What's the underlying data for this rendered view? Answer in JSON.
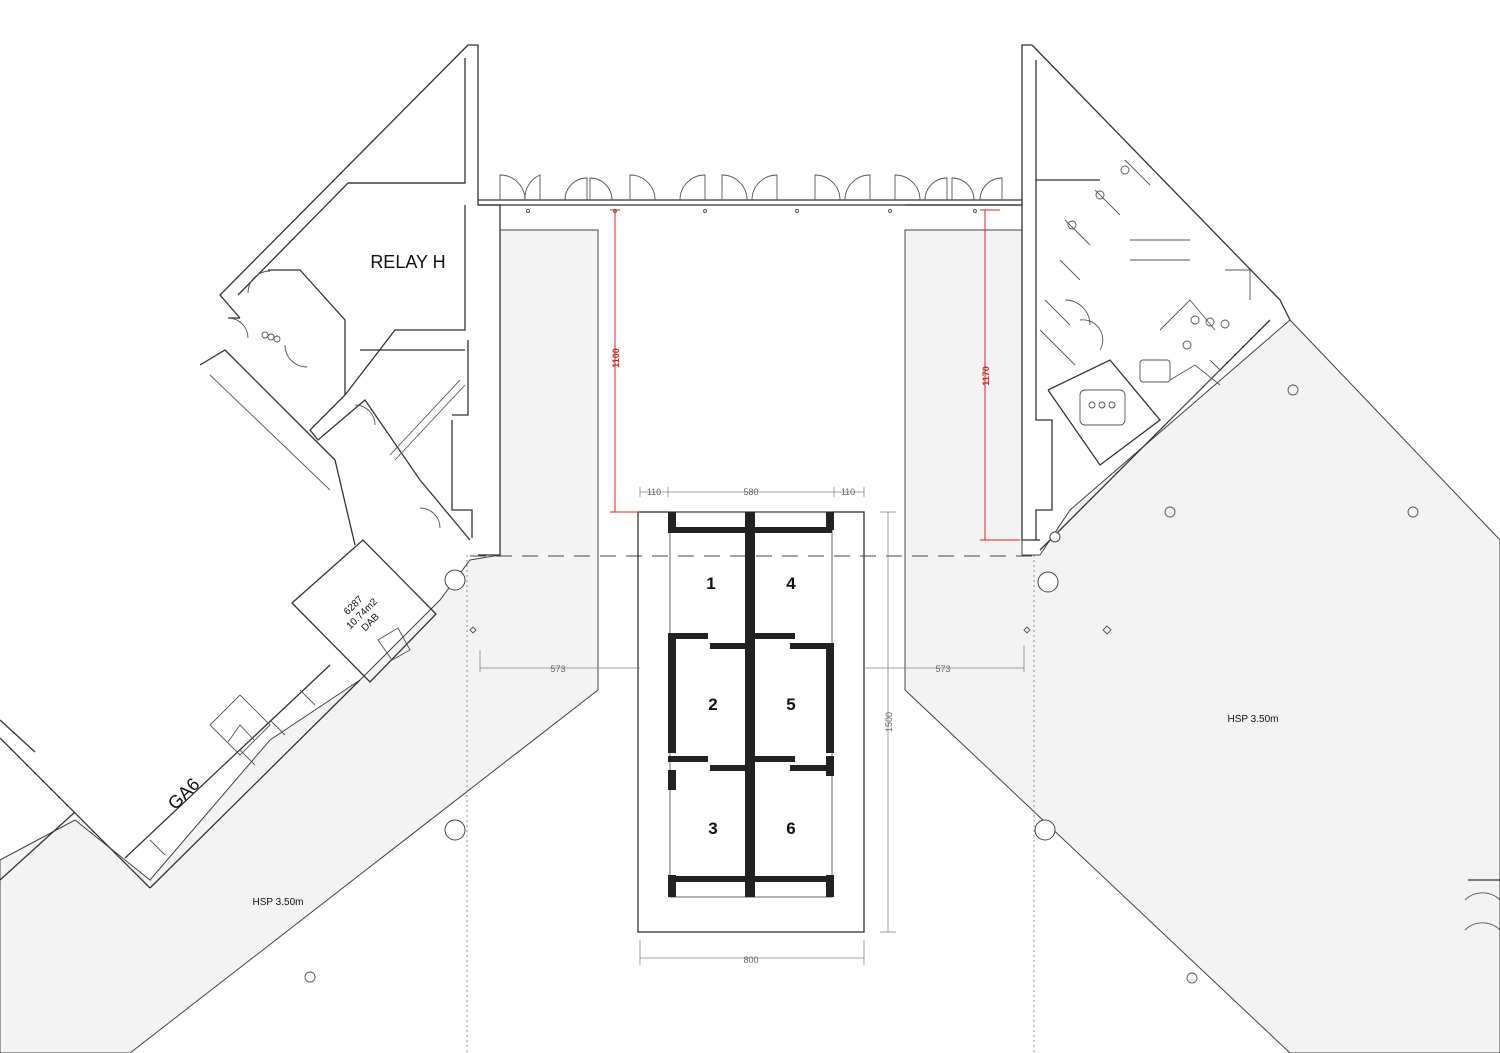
{
  "labels": {
    "relay": "RELAY H",
    "ga": "GA6",
    "hsp_left": "HSP 3.50m",
    "hsp_right": "HSP 3.50m",
    "room_code": "6287",
    "room_area": "10.74m2",
    "room_name": "DAB"
  },
  "dimensions": {
    "left_depth": "1100",
    "right_depth": "1170",
    "margin_left": "110",
    "inner_width": "580",
    "margin_right": "110",
    "gap_left": "573",
    "gap_right": "573",
    "total_height": "1500",
    "total_width": "800"
  },
  "booths": [
    "1",
    "2",
    "3",
    "4",
    "5",
    "6"
  ],
  "colors": {
    "zone_fill": "#f3f3f3",
    "dimension_red": "#e02020",
    "line": "#333333"
  }
}
